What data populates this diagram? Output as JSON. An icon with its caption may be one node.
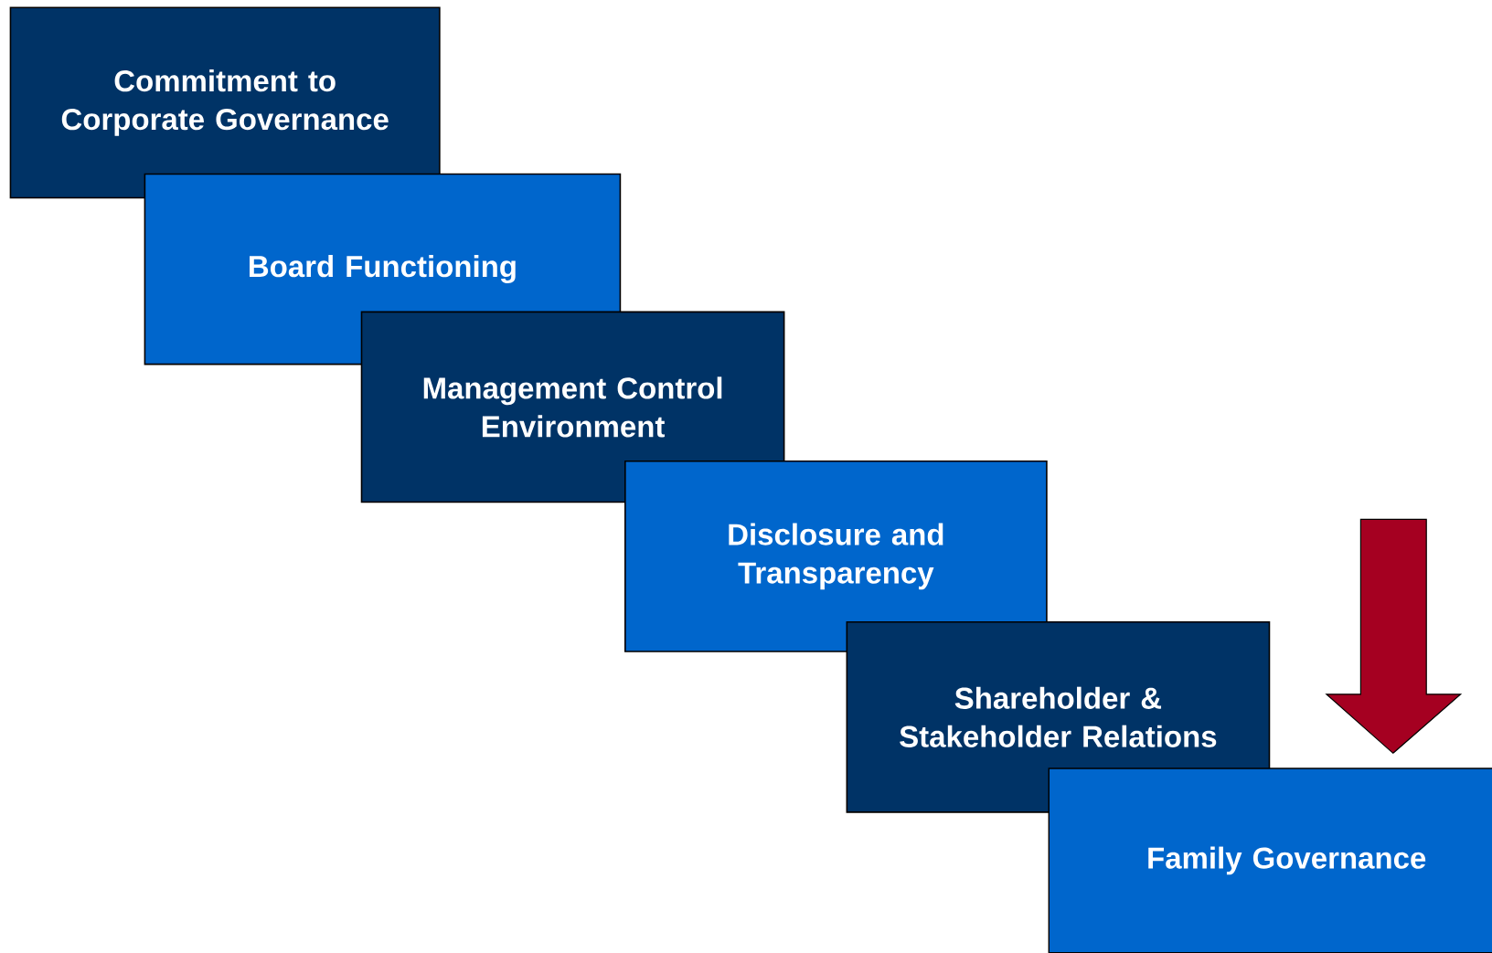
{
  "diagram": {
    "nodes": [
      {
        "text": [
          "Commitment to Corporate Governance"
        ]
      },
      {
        "text": [
          "Board Functioning"
        ]
      },
      {
        "text": [
          "Management Control Environment"
        ]
      },
      {
        "text": [
          "Disclosure and Transparency"
        ]
      },
      {
        "text": [
          "Shareholder & Stakeholder Relations"
        ]
      },
      {
        "text": [
          "Family Governance"
        ]
      }
    ]
  }
}
